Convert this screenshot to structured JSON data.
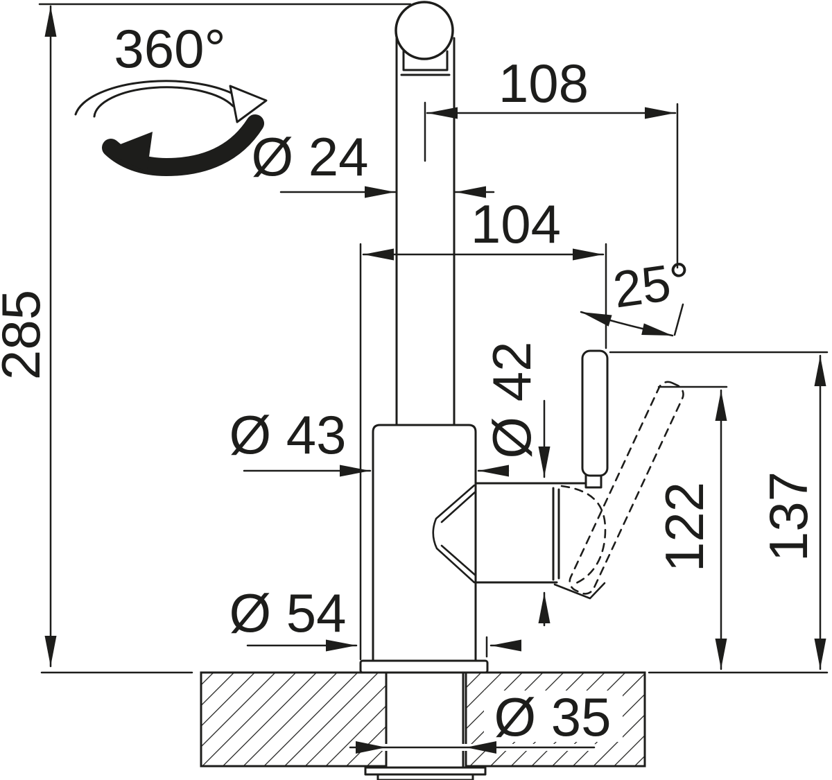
{
  "drawing": {
    "title": "faucet-dimension-drawing",
    "background": "#ffffff",
    "ink": "#1d1d1b",
    "labels": {
      "rotation": "360°",
      "spout_reach": "108",
      "spout_diameter": "Ø 24",
      "handle_offset": "104",
      "lever_angle": "25°",
      "total_height": "285",
      "body_diameter": "Ø 43",
      "cartridge_diameter": "Ø 42",
      "base_diameter": "Ø 54",
      "lever_height_tilted": "122",
      "lever_height_upright": "137",
      "hole_diameter": "Ø 35"
    }
  }
}
